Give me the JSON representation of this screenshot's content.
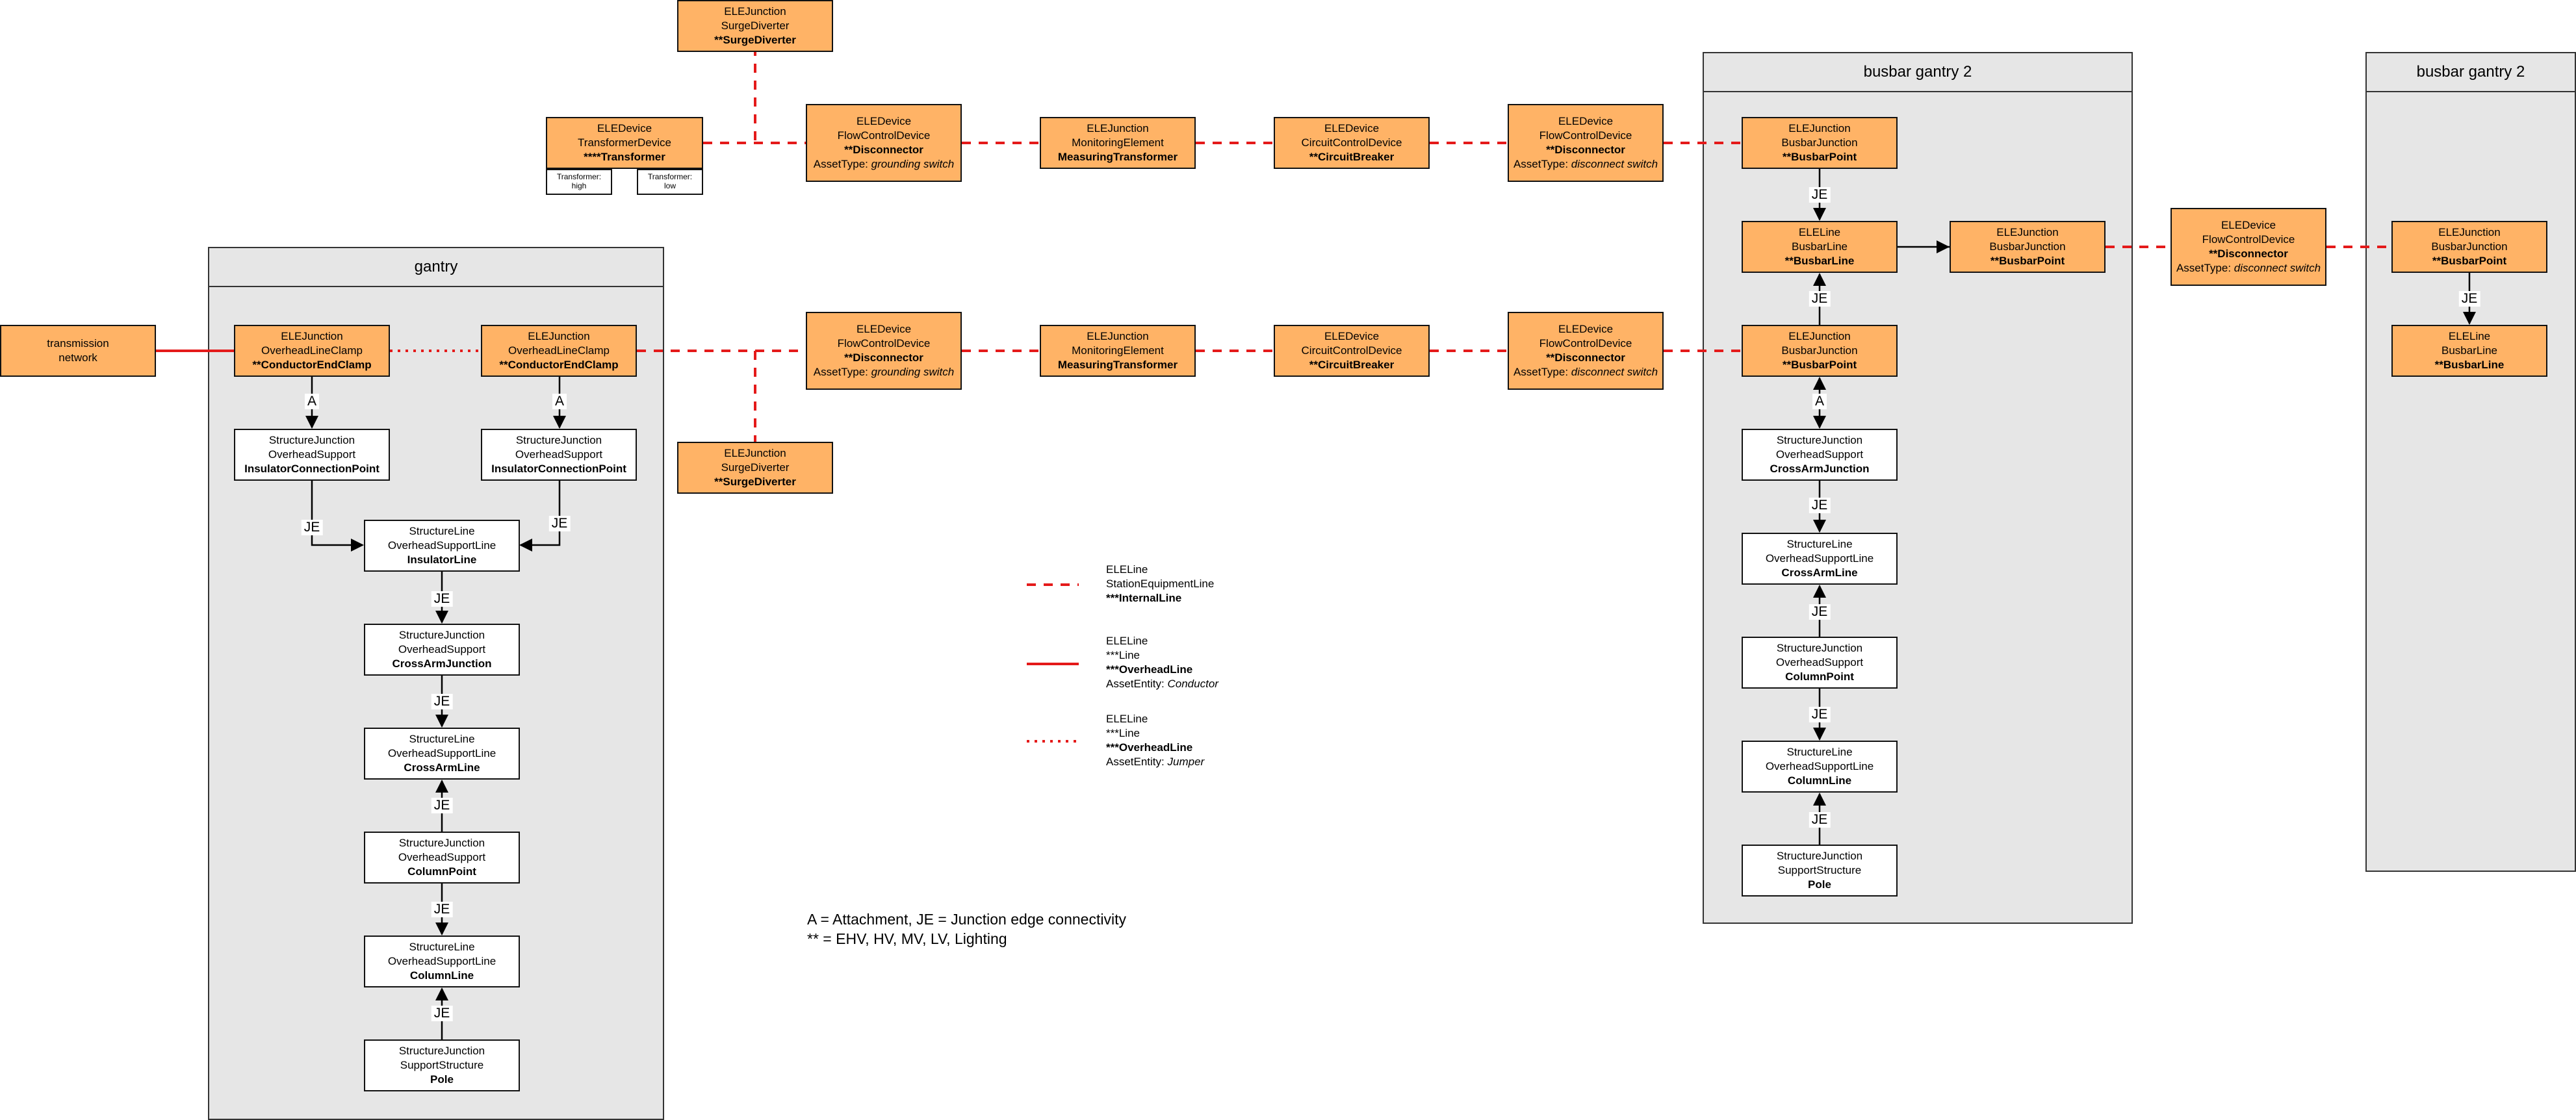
{
  "panels": {
    "gantry": "gantry",
    "busbar1": "busbar gantry 2",
    "busbar2": "busbar gantry 2"
  },
  "nodes": {
    "transmission": {
      "l1": "transmission",
      "l2": "network"
    },
    "surge_top": {
      "l1": "ELEJunction",
      "l2": "SurgeDiverter",
      "l3": "**SurgeDiverter"
    },
    "transformer": {
      "l1": "ELEDevice",
      "l2": "TransformerDevice",
      "l3": "****Transformer"
    },
    "disc_top_1": {
      "l1": "ELEDevice",
      "l2": "FlowControlDevice",
      "l3": "**Disconnector",
      "at_key": "AssetType:",
      "at_val": "grounding switch"
    },
    "meas_top": {
      "l1": "ELEJunction",
      "l2": "MonitoringElement",
      "l3": "MeasuringTransformer"
    },
    "cb_top": {
      "l1": "ELEDevice",
      "l2": "CircuitControlDevice",
      "l3": "**CircuitBreaker"
    },
    "disc_top_2": {
      "l1": "ELEDevice",
      "l2": "FlowControlDevice",
      "l3": "**Disconnector",
      "at_key": "AssetType:",
      "at_val": "disconnect switch"
    },
    "clamp_1": {
      "l1": "ELEJunction",
      "l2": "OverheadLineClamp",
      "l3": "**ConductorEndClamp"
    },
    "clamp_2": {
      "l1": "ELEJunction",
      "l2": "OverheadLineClamp",
      "l3": "**ConductorEndClamp"
    },
    "icp_1": {
      "l1": "StructureJunction",
      "l2": "OverheadSupport",
      "l3": "InsulatorConnectionPoint"
    },
    "icp_2": {
      "l1": "StructureJunction",
      "l2": "OverheadSupport",
      "l3": "InsulatorConnectionPoint"
    },
    "ins_line": {
      "l1": "StructureLine",
      "l2": "OverheadSupportLine",
      "l3": "InsulatorLine"
    },
    "caj_g": {
      "l1": "StructureJunction",
      "l2": "OverheadSupport",
      "l3": "CrossArmJunction"
    },
    "cal_g": {
      "l1": "StructureLine",
      "l2": "OverheadSupportLine",
      "l3": "CrossArmLine"
    },
    "cp_g": {
      "l1": "StructureJunction",
      "l2": "OverheadSupport",
      "l3": "ColumnPoint"
    },
    "cl_g": {
      "l1": "StructureLine",
      "l2": "OverheadSupportLine",
      "l3": "ColumnLine"
    },
    "pole_g": {
      "l1": "StructureJunction",
      "l2": "SupportStructure",
      "l3": "Pole"
    },
    "surge_bot": {
      "l1": "ELEJunction",
      "l2": "SurgeDiverter",
      "l3": "**SurgeDiverter"
    },
    "disc_bot_1": {
      "l1": "ELEDevice",
      "l2": "FlowControlDevice",
      "l3": "**Disconnector",
      "at_key": "AssetType:",
      "at_val": "grounding switch"
    },
    "meas_bot": {
      "l1": "ELEJunction",
      "l2": "MonitoringElement",
      "l3": "MeasuringTransformer"
    },
    "cb_bot": {
      "l1": "ELEDevice",
      "l2": "CircuitControlDevice",
      "l3": "**CircuitBreaker"
    },
    "disc_bot_2": {
      "l1": "ELEDevice",
      "l2": "FlowControlDevice",
      "l3": "**Disconnector",
      "at_key": "AssetType:",
      "at_val": "disconnect switch"
    },
    "bp_top": {
      "l1": "ELEJunction",
      "l2": "BusbarJunction",
      "l3": "**BusbarPoint"
    },
    "bl_1": {
      "l1": "ELELine",
      "l2": "BusbarLine",
      "l3": "**BusbarLine"
    },
    "bp_right": {
      "l1": "ELEJunction",
      "l2": "BusbarJunction",
      "l3": "**BusbarPoint"
    },
    "bp_mid": {
      "l1": "ELEJunction",
      "l2": "BusbarJunction",
      "l3": "**BusbarPoint"
    },
    "caj_b": {
      "l1": "StructureJunction",
      "l2": "OverheadSupport",
      "l3": "CrossArmJunction"
    },
    "cal_b": {
      "l1": "StructureLine",
      "l2": "OverheadSupportLine",
      "l3": "CrossArmLine"
    },
    "cp_b": {
      "l1": "StructureJunction",
      "l2": "OverheadSupport",
      "l3": "ColumnPoint"
    },
    "cl_b": {
      "l1": "StructureLine",
      "l2": "OverheadSupportLine",
      "l3": "ColumnLine"
    },
    "pole_b": {
      "l1": "StructureJunction",
      "l2": "SupportStructure",
      "l3": "Pole"
    },
    "disc_mid": {
      "l1": "ELEDevice",
      "l2": "FlowControlDevice",
      "l3": "**Disconnector",
      "at_key": "AssetType:",
      "at_val": "disconnect switch"
    },
    "bp_far": {
      "l1": "ELEJunction",
      "l2": "BusbarJunction",
      "l3": "**BusbarPoint"
    },
    "bl_far": {
      "l1": "ELELine",
      "l2": "BusbarLine",
      "l3": "**BusbarLine"
    }
  },
  "terminals": {
    "high": {
      "l1": "Transformer:",
      "l2": "high"
    },
    "low": {
      "l1": "Transformer:",
      "l2": "low"
    }
  },
  "edge_labels": {
    "a": "A",
    "je": "JE"
  },
  "legend": {
    "internal": {
      "l1": "ELELine",
      "l2": "StationEquipmentLine",
      "l3": "***InternalLine"
    },
    "conductor": {
      "l1": "ELELine",
      "l2": "***Line",
      "l3": "***OverheadLine",
      "ae_key": "AssetEntity:",
      "ae_val": "Conductor"
    },
    "jumper": {
      "l1": "ELELine",
      "l2": "***Line",
      "l3": "***OverheadLine",
      "ae_key": "AssetEntity:",
      "ae_val": "Jumper"
    }
  },
  "notes": {
    "line1": "A = Attachment,  JE = Junction edge connectivity",
    "line2": "** = EHV, HV, MV, LV, Lighting"
  },
  "colors": {
    "orange": "#ffb366",
    "panel": "#e6e6e6",
    "red": "#e41a1a"
  }
}
